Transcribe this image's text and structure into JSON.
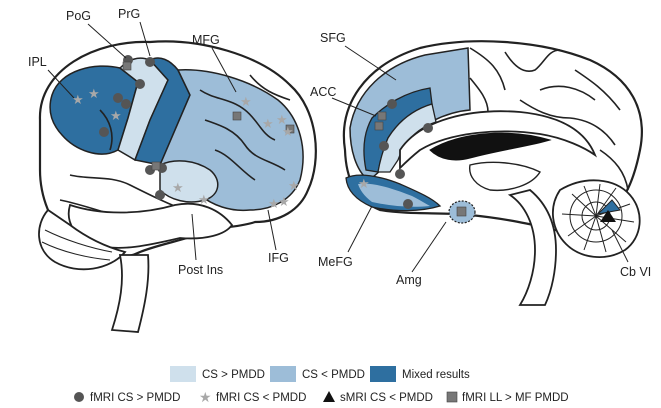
{
  "colors": {
    "cs_gt": "#cfe0ec",
    "cs_lt": "#9dbdd8",
    "mixed": "#2e6fa0",
    "marker": "#555555",
    "outline": "#222222"
  },
  "left_brain": {
    "labels": {
      "pog": "PoG",
      "prg": "PrG",
      "mfg": "MFG",
      "ipl": "IPL",
      "ifg": "IFG",
      "post_ins": "Post Ins"
    }
  },
  "right_brain": {
    "labels": {
      "sfg": "SFG",
      "acc": "ACC",
      "mefg": "MeFG",
      "amg": "Amg",
      "cb_vi": "Cb VI"
    }
  },
  "legend": {
    "regions": [
      {
        "label": "CS > PMDD",
        "color": "#cfe0ec"
      },
      {
        "label": "CS < PMDD",
        "color": "#9dbdd8"
      },
      {
        "label": "Mixed results",
        "color": "#2e6fa0"
      }
    ],
    "markers": [
      {
        "label": "fMRI CS > PMDD",
        "icon": "circle-icon"
      },
      {
        "label": "fMRI CS < PMDD",
        "icon": "star-icon"
      },
      {
        "label": "sMRI CS < PMDD",
        "icon": "triangle-icon"
      },
      {
        "label": "fMRI LL > MF PMDD",
        "icon": "square-icon"
      }
    ]
  }
}
